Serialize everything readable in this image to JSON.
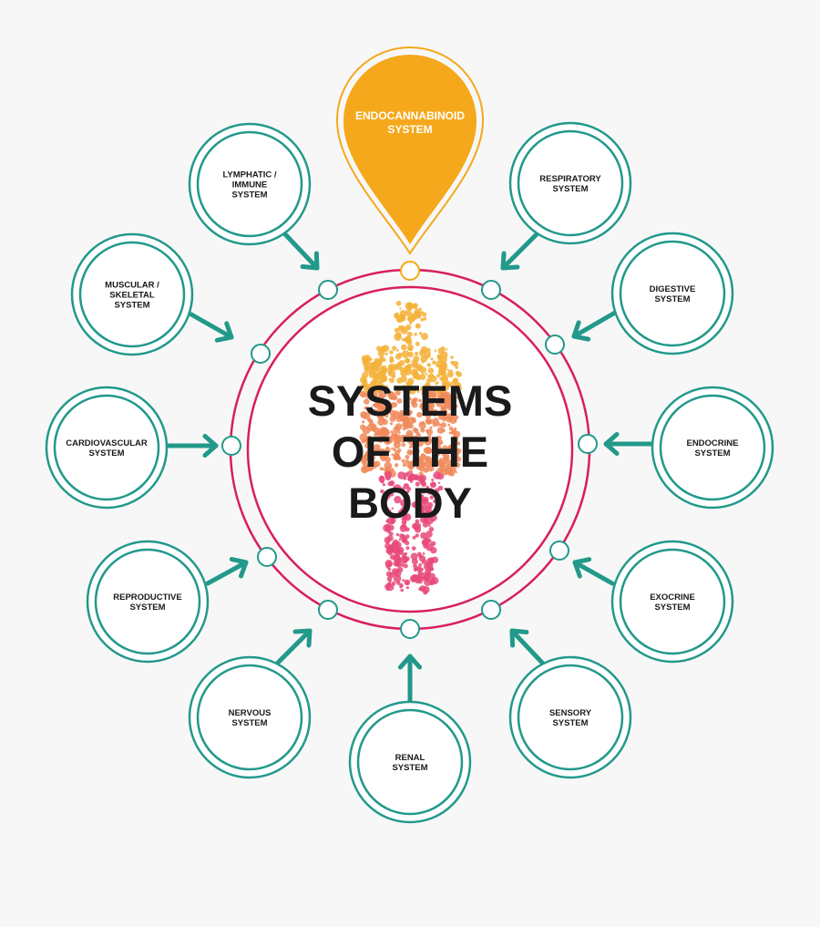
{
  "title": [
    "SYSTEMS",
    "OF THE",
    "BODY"
  ],
  "highlight": {
    "lines": [
      "ENDOCANNABINOID",
      "SYSTEM"
    ]
  },
  "systems": [
    {
      "id": "lymphatic",
      "lines": [
        "LYMPHATIC /",
        "IMMUNE",
        "SYSTEM"
      ]
    },
    {
      "id": "respiratory",
      "lines": [
        "RESPIRATORY",
        "SYSTEM"
      ]
    },
    {
      "id": "muscular",
      "lines": [
        "MUSCULAR /",
        "SKELETAL",
        "SYSTEM"
      ]
    },
    {
      "id": "digestive",
      "lines": [
        "DIGESTIVE",
        "SYSTEM"
      ]
    },
    {
      "id": "cardiovascular",
      "lines": [
        "CARDIOVASCULAR",
        "SYSTEM"
      ]
    },
    {
      "id": "endocrine",
      "lines": [
        "ENDOCRINE",
        "SYSTEM"
      ]
    },
    {
      "id": "reproductive",
      "lines": [
        "REPRODUCTIVE",
        "SYSTEM"
      ]
    },
    {
      "id": "exocrine",
      "lines": [
        "EXOCRINE",
        "SYSTEM"
      ]
    },
    {
      "id": "nervous",
      "lines": [
        "NERVOUS",
        "SYSTEM"
      ]
    },
    {
      "id": "sensory",
      "lines": [
        "SENSORY",
        "SYSTEM"
      ]
    },
    {
      "id": "renal",
      "lines": [
        "RENAL",
        "SYSTEM"
      ]
    }
  ],
  "colors": {
    "teal": "#22998a",
    "ring": "#d81f5c",
    "highlight": "#f5a81c",
    "figure_top": "#f5b23a",
    "figure_mid": "#f08a5a",
    "figure_bottom": "#e8497a"
  }
}
